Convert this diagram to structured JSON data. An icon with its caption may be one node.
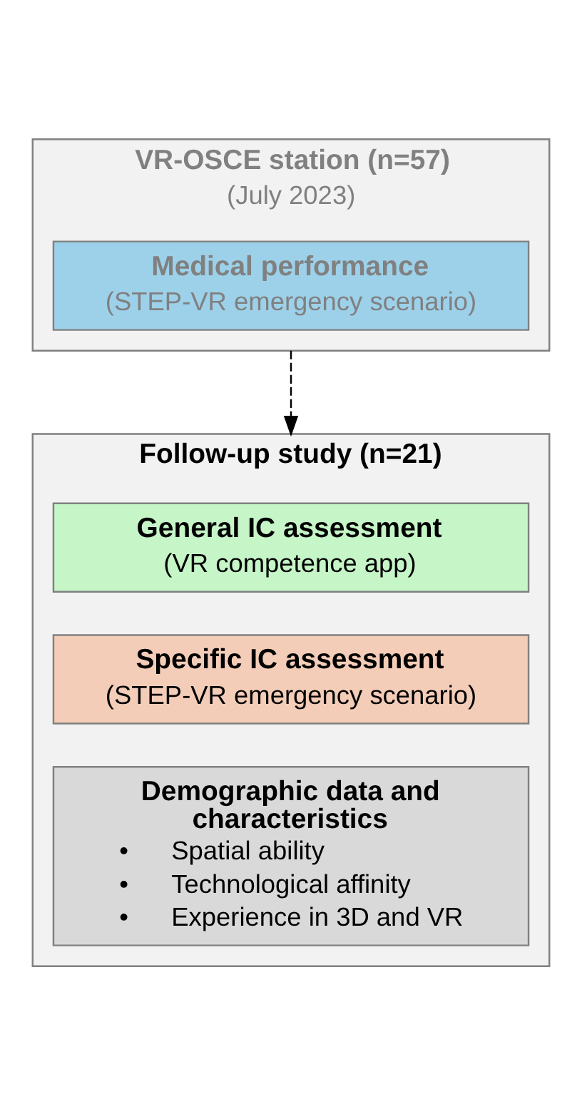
{
  "diagram": {
    "nodes": [
      {
        "text": [
          "VR-OSCE station (n=57)",
          "(July 2023)"
        ]
      },
      {
        "text": [
          "Medical performance",
          "(STEP-VR emergency scenario)"
        ],
        "in": 0
      },
      {
        "text": [
          "Follow-up study (n=21)"
        ]
      },
      {
        "text": [
          "General IC assessment",
          "(VR competence app)"
        ],
        "in": 2
      },
      {
        "text": [
          "Specific IC assessment",
          "(STEP-VR emergency scenario)"
        ],
        "in": 2
      },
      {
        "text": [
          "Demographic data and characteristics",
          "• Spatial ability",
          "• Technological affinity",
          "• Experience in 3D and VR"
        ],
        "in": 2
      }
    ],
    "edges": [
      {
        "from": 0,
        "to": 2,
        "arrow": "to",
        "style": "dashed"
      }
    ]
  }
}
